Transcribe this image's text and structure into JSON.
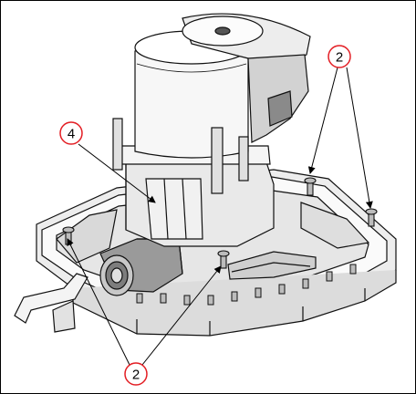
{
  "figure": {
    "accent_color": "#e31e24",
    "line_color": "#000000",
    "callouts": [
      {
        "id": "callout-4",
        "label": "4"
      },
      {
        "id": "callout-2-top-right",
        "label": "2"
      },
      {
        "id": "callout-2-bottom",
        "label": "2"
      }
    ]
  }
}
